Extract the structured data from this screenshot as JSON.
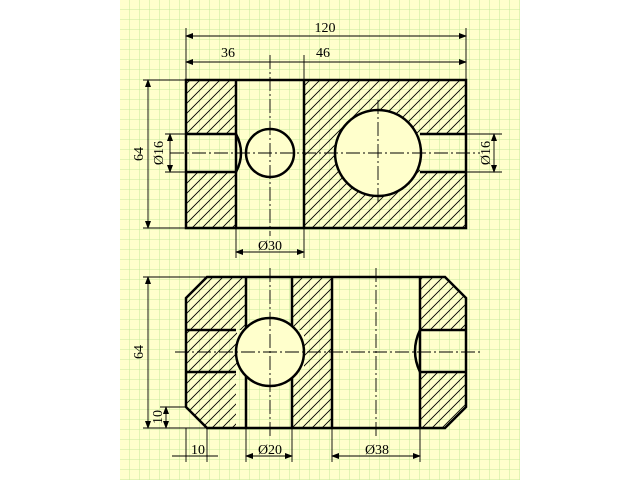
{
  "colors": {
    "grid_background": "#ffffcc",
    "grid_line": "#c6e89a",
    "ink": "#000000"
  },
  "top_view": {
    "dim_overall_width": "120",
    "dim_left_width": "36",
    "dim_right_width": "46",
    "dim_height": "64",
    "dim_left_slot": "Ø16",
    "dim_right_slot": "Ø16",
    "dim_small_bore": "Ø30"
  },
  "bottom_view": {
    "dim_height": "64",
    "dim_chamfer_vertical": "10",
    "dim_chamfer_horizontal": "10",
    "dim_left_bore": "Ø20",
    "dim_right_bore": "Ø38"
  }
}
